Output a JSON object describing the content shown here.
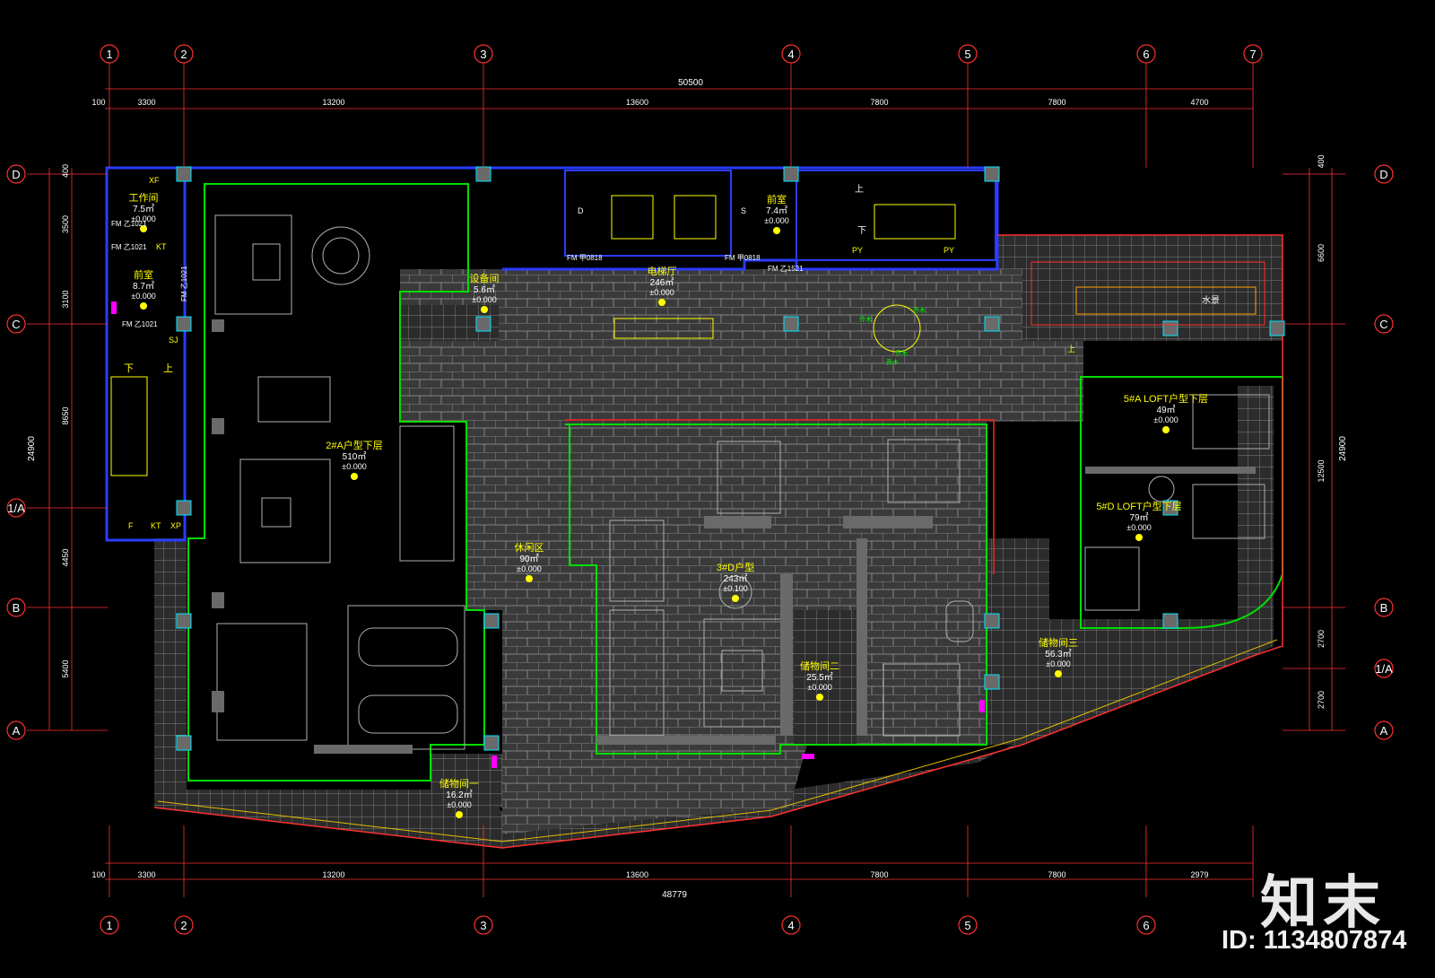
{
  "drawing": {
    "colors": {
      "background": "#000000",
      "dimension": "#ff3030",
      "grid_bubble": "#ff3030",
      "grid_label": "#ffffff",
      "text_yellow": "#ffff00",
      "outer_blue": "#2a3cff",
      "partition_green": "#00dd00",
      "paving_grey": "#8a8a8a",
      "wall_grey": "#6a6a6a",
      "window_red": "#ff2020",
      "cyan": "#00e5ff",
      "magenta": "#ff00ff"
    },
    "grid_top": [
      "1",
      "2",
      "3",
      "4",
      "5",
      "6",
      "7"
    ],
    "grid_bottom": [
      "1",
      "2",
      "3",
      "4",
      "5",
      "6"
    ],
    "grid_rows_left": [
      "D",
      "C",
      "1/A",
      "B",
      "A"
    ],
    "grid_rows_right": [
      "D",
      "C",
      "B",
      "1/A",
      "A"
    ],
    "dims_top_total": "50500",
    "dims_top": [
      "100",
      "3300",
      "13200",
      "13600",
      "7800",
      "7800",
      "4700"
    ],
    "dims_bottom_total": "48779",
    "dims_bottom": [
      "100",
      "3300",
      "13200",
      "13600",
      "7800",
      "7800",
      "2979"
    ],
    "dims_left_total": "24900",
    "dims_left": [
      "400",
      "3500",
      "3100",
      "8650",
      "4450",
      "5400"
    ],
    "dims_right_total": "24900",
    "dims_right_mid": "12500",
    "dims_right": [
      "400",
      "6600",
      "2700",
      "2700"
    ],
    "rooms": [
      {
        "name": "工作间",
        "area": "7.5㎡",
        "level": "±0.000"
      },
      {
        "name": "前室",
        "area": "8.7㎡",
        "level": "±0.000"
      },
      {
        "name": "2#A户型下层",
        "area": "510㎡",
        "level": "±0.000"
      },
      {
        "name": "设备间",
        "area": "5.6㎡",
        "level": "±0.000"
      },
      {
        "name": "电梯厅",
        "area": "246㎡",
        "level": "±0.000"
      },
      {
        "name": "前室",
        "area": "7.4㎡",
        "level": "±0.000"
      },
      {
        "name": "休闲区",
        "area": "90㎡",
        "level": "±0.000"
      },
      {
        "name": "3#D户型",
        "area": "243㎡",
        "level": "±0.100"
      },
      {
        "name": "储物间二",
        "area": "25.5㎡",
        "level": "±0.000"
      },
      {
        "name": "5#A LOFT户型下层",
        "area": "49㎡",
        "level": "±0.000"
      },
      {
        "name": "5#D LOFT户型下层",
        "area": "79㎡",
        "level": "±0.000"
      },
      {
        "name": "储物间三",
        "area": "56.3㎡",
        "level": "±0.000"
      },
      {
        "name": "储物间一",
        "area": "16.2㎡",
        "level": "±0.000"
      }
    ],
    "tags": {
      "xf": "XF",
      "kt": "KT",
      "f": "F",
      "xp": "XP",
      "sj": "SJ",
      "fm1": "FM 乙1021",
      "fm2": "FM 乙1021",
      "fm3": "FM 乙1021",
      "fm4": "FM 乙1021",
      "fmp1": "FM 甲0818",
      "fmp2": "FM 甲0818",
      "fm5": "FM 乙1521",
      "py1": "PY",
      "py2": "PY",
      "d": "D",
      "s": "S",
      "up1": "上",
      "down1": "下",
      "up2": "上",
      "down2": "下",
      "up3": "上",
      "water": "水景",
      "tree1": "乔木",
      "tree2": "乔木",
      "tree3": "乔木",
      "tree4": "乔木"
    }
  },
  "watermark": {
    "brand": "知末",
    "id": "ID: 1134807874"
  }
}
